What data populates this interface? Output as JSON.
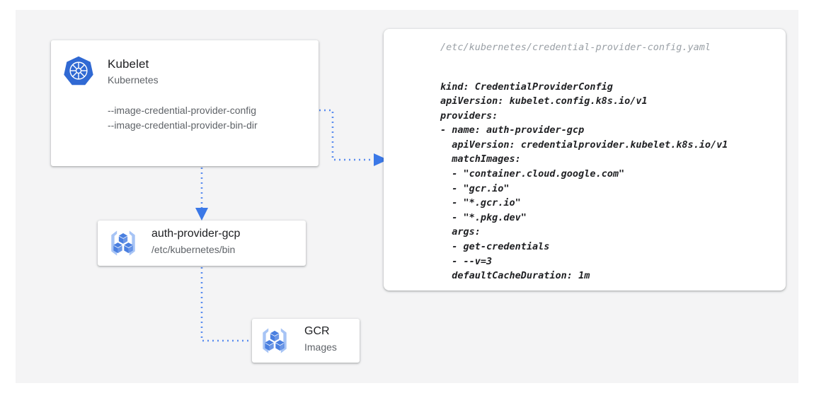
{
  "theme": {
    "canvas_bg": "#f4f4f5",
    "page_bg": "#ffffff",
    "card_bg": "#ffffff",
    "accent_blue": "#4285f4",
    "connector_blue": "#5b8def",
    "text_primary": "#202124",
    "text_secondary": "#5f6368",
    "code_text": "#202124",
    "path_text": "#9aa0a6",
    "k8s_blue": "#3069d3",
    "cube_blue": "#4a7fe0",
    "bracket_blue": "#a7c4f5"
  },
  "nodes": {
    "kubelet": {
      "icon": "kubernetes-helm-icon",
      "title": "Kubelet",
      "subtitle": "Kubernetes",
      "flags": [
        "--image-credential-provider-config",
        "--image-credential-provider-bin-dir"
      ]
    },
    "auth_provider": {
      "icon": "container-registry-icon",
      "title": "auth-provider-gcp",
      "subtitle": "/etc/kubernetes/bin"
    },
    "gcr": {
      "icon": "container-registry-icon",
      "title": "GCR",
      "subtitle": "Images"
    }
  },
  "yaml_panel": {
    "path": "/etc/kubernetes/credential-provider-config.yaml",
    "code": "kind: CredentialProviderConfig\napiVersion: kubelet.config.k8s.io/v1\nproviders:\n- name: auth-provider-gcp\n  apiVersion: credentialprovider.kubelet.k8s.io/v1\n  matchImages:\n  - \"container.cloud.google.com\"\n  - \"gcr.io\"\n  - \"*.gcr.io\"\n  - \"*.pkg.dev\"\n  args:\n  - get-credentials\n  - --v=3\n  defaultCacheDuration: 1m"
  },
  "connectors": [
    {
      "name": "kubelet-config-flag-to-yaml-panel",
      "style": "dotted",
      "arrowhead": "right"
    },
    {
      "name": "kubelet-to-auth-provider",
      "style": "dotted",
      "arrowhead": "down"
    },
    {
      "name": "auth-provider-to-gcr",
      "style": "dotted",
      "arrowhead": "right"
    }
  ]
}
